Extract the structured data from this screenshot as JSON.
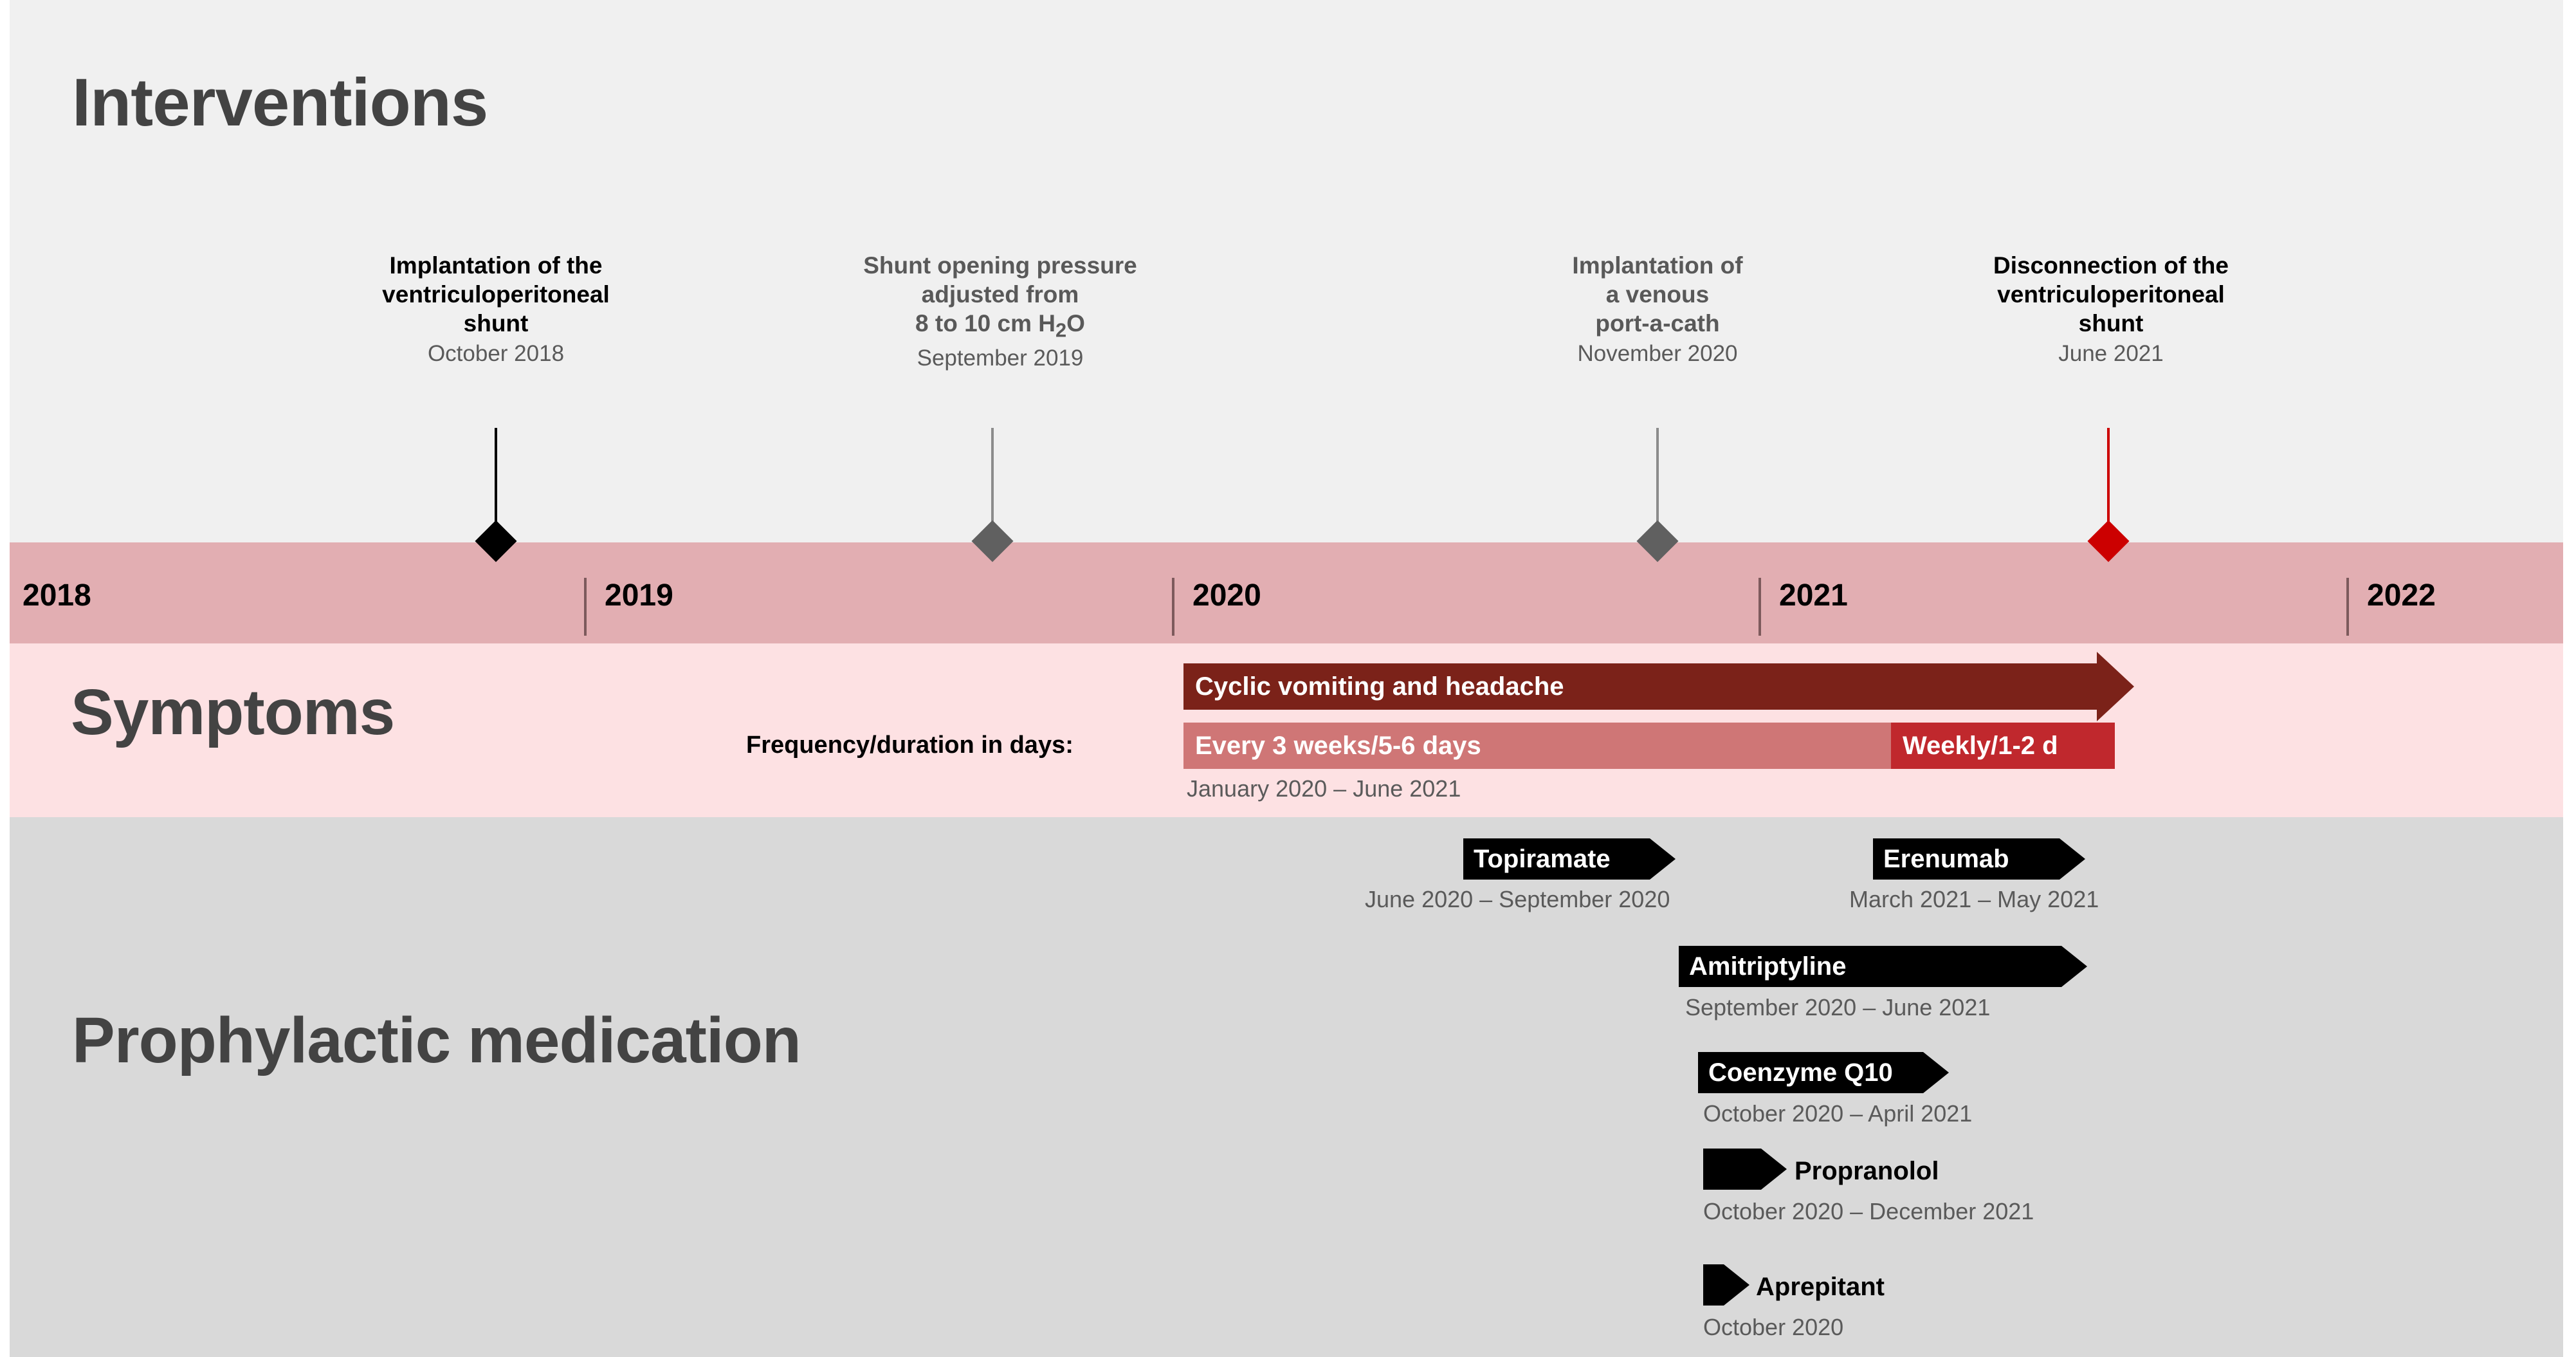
{
  "sections": {
    "interventions": {
      "title": "Interventions"
    },
    "symptoms": {
      "title": "Symptoms",
      "frequency_label": "Frequency/duration in days:"
    },
    "medication": {
      "title": "Prophylactic medication"
    }
  },
  "colors": {
    "band_interventions": "#f0f0f0",
    "band_axis": "#e2aeb2",
    "band_symptoms": "#fde1e3",
    "band_medication": "#d9d9d9",
    "marker_black": "#000000",
    "marker_grey": "#606060",
    "marker_red": "#cc0000",
    "symptom_dark_red": "#7b2219",
    "symptom_mid_red": "#cf7676",
    "symptom_bright_red": "#c0282d",
    "medication_black": "#000000",
    "title_grey": "#434343",
    "date_grey": "#5a5a5a"
  },
  "axis": {
    "years": [
      "2018",
      "2019",
      "2020",
      "2021",
      "2022"
    ]
  },
  "interventions": [
    {
      "title": "Implantation of the\nventriculoperitoneal\nshunt",
      "date": "October 2018",
      "marker_color": "black"
    },
    {
      "title": "Shunt opening pressure\nadjusted from\n8 to 10 cm H2O",
      "title_html": "Shunt opening pressure<br>adjusted from<br>8 to 10 cm H<sub>2</sub>O",
      "date": "September 2019",
      "marker_color": "grey"
    },
    {
      "title": "Implantation of\na venous\nport-a-cath",
      "date": "November 2020",
      "marker_color": "grey"
    },
    {
      "title": "Disconnection of the\nventriculoperitoneal\nshunt",
      "date": "June 2021",
      "marker_color": "red"
    }
  ],
  "symptoms": {
    "main_bar": {
      "label": "Cyclic vomiting and headache"
    },
    "frequency_bars": [
      {
        "label": "Every 3 weeks/5-6 days"
      },
      {
        "label": "Weekly/1-2 d"
      }
    ],
    "date_range": "January 2020 – June 2021"
  },
  "medications": [
    {
      "name": "Topiramate",
      "date": "June 2020 – September 2020",
      "label_inside": true
    },
    {
      "name": "Erenumab",
      "date": "March 2021 – May 2021",
      "label_inside": true
    },
    {
      "name": "Amitriptyline",
      "date": "September 2020 – June 2021",
      "label_inside": true
    },
    {
      "name": "Coenzyme Q10",
      "date": "October 2020 – April 2021",
      "label_inside": true
    },
    {
      "name": "Propranolol",
      "date": "October 2020 – December 2021",
      "label_inside": false
    },
    {
      "name": "Aprepitant",
      "date": "October 2020",
      "label_inside": false
    }
  ]
}
